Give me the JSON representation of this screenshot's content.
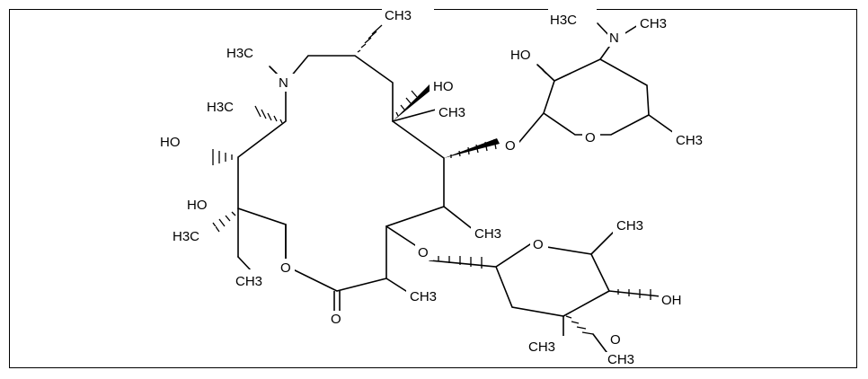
{
  "labels": {
    "ch3_top": "CH3",
    "h3c_n": "H3C",
    "n_ring": "N",
    "oh_c10": "HO",
    "ch3_c10": "CH3",
    "h3c_c11": "H3C",
    "ho_c12": "HO",
    "ho_c13": "HO",
    "h3c_c13": "H3C",
    "ch3_ethyl": "CH3",
    "o_lactone": "O",
    "o_carbonyl": "O",
    "ch3_c2": "CH3",
    "ch3_c4": "CH3",
    "o_c5": "O",
    "o_c3": "O",
    "h3c_nme2": "H3C",
    "n_desosamine": "N",
    "ch3_nme2": "CH3",
    "ho_desosamine": "HO",
    "o_desosamine_ring": "O",
    "ch3_desosamine": "CH3",
    "o_cladinose_ring": "O",
    "ch3_cladinose_top": "CH3",
    "oh_cladinose": "OH",
    "ch3_cladinose_bottom": "CH3",
    "o_methoxy": "O",
    "ch3_methoxy": "CH3"
  }
}
